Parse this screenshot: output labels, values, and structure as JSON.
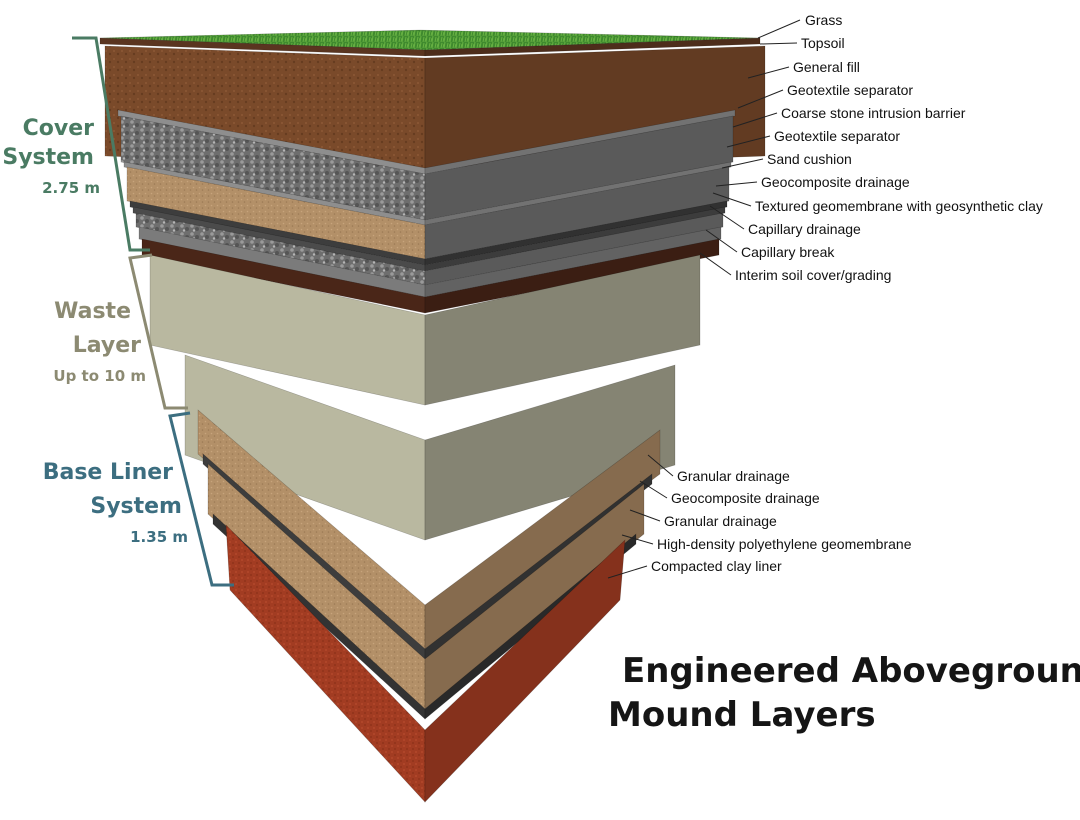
{
  "title": {
    "line1": "Engineered Aboveground",
    "line2": "Mound Layers"
  },
  "sections": [
    {
      "id": "cover",
      "name_line1": "Cover",
      "name_line2": "System",
      "thickness": "2.75 m",
      "color": "#4a7b63"
    },
    {
      "id": "waste",
      "name_line1": "Waste",
      "name_line2": "Layer",
      "thickness": "Up to 10 m",
      "color": "#8c8a72"
    },
    {
      "id": "base",
      "name_line1": "Base Liner",
      "name_line2": "System",
      "thickness": "1.35 m",
      "color": "#3c6e80"
    }
  ],
  "cover_layers": [
    "Grass",
    "Topsoil",
    "General fill",
    "Geotextile separator",
    "Coarse stone intrusion barrier",
    "Geotextile separator",
    "Sand cushion",
    "Geocomposite drainage",
    "Textured geomembrane with geosynthetic clay",
    "Capillary drainage",
    "Capillary break",
    "Interim soil cover/grading"
  ],
  "base_layers": [
    "Granular drainage",
    "Geocomposite drainage",
    "Granular drainage",
    "High-density polyethylene geomembrane",
    "Compacted clay liner"
  ],
  "layer_colors": {
    "grass": "#3f8a2e",
    "topsoil": "#5a3520",
    "general_fill": "#7a4a2a",
    "geotextile": "#8e8e8e",
    "coarse_stone": "#6c6c6c",
    "sand": "#b39068",
    "geocomposite": "#3d3d3d",
    "capillary": "#7b7b7b",
    "interim_soil": "#4a2618",
    "waste": "#b9b8a0",
    "granular": "#a88661",
    "hdpe": "#333333",
    "clay": "#a23c22"
  }
}
